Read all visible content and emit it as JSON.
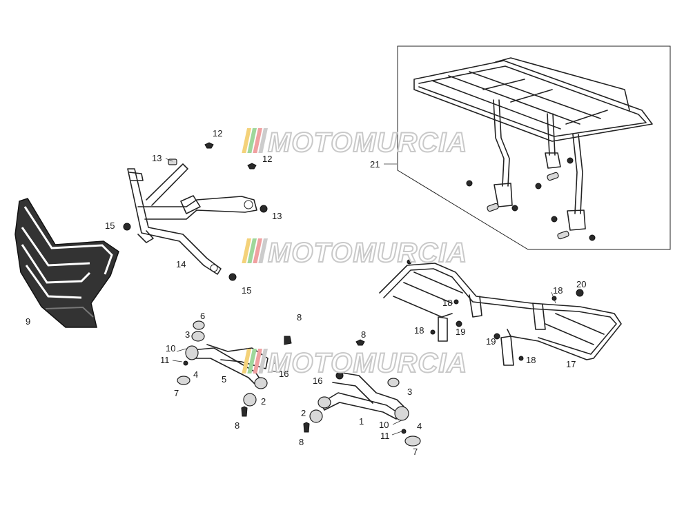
{
  "watermark": {
    "text": "MOTOMURCIA",
    "stripe_colors": [
      "#f4d27a",
      "#9fd79b",
      "#f0a0a0",
      "#cccccc"
    ]
  },
  "callouts": {
    "c1": "1",
    "c2a": "2",
    "c2b": "2",
    "c3a": "3",
    "c3b": "3",
    "c4a": "4",
    "c4b": "4",
    "c5": "5",
    "c6": "6",
    "c7a": "7",
    "c7b": "7",
    "c8a": "8",
    "c8b": "8",
    "c8c": "8",
    "c8d": "8",
    "c9": "9",
    "c10a": "10",
    "c10b": "10",
    "c11a": "11",
    "c11b": "11",
    "c12a": "12",
    "c12b": "12",
    "c13a": "13",
    "c13b": "13",
    "c14": "14",
    "c15a": "15",
    "c15b": "15",
    "c16a": "16",
    "c16b": "16",
    "c17": "17",
    "c18a": "18",
    "c18b": "18",
    "c18c": "18",
    "c18d": "18",
    "c19a": "19",
    "c19b": "19",
    "c20": "20",
    "c21": "21"
  }
}
